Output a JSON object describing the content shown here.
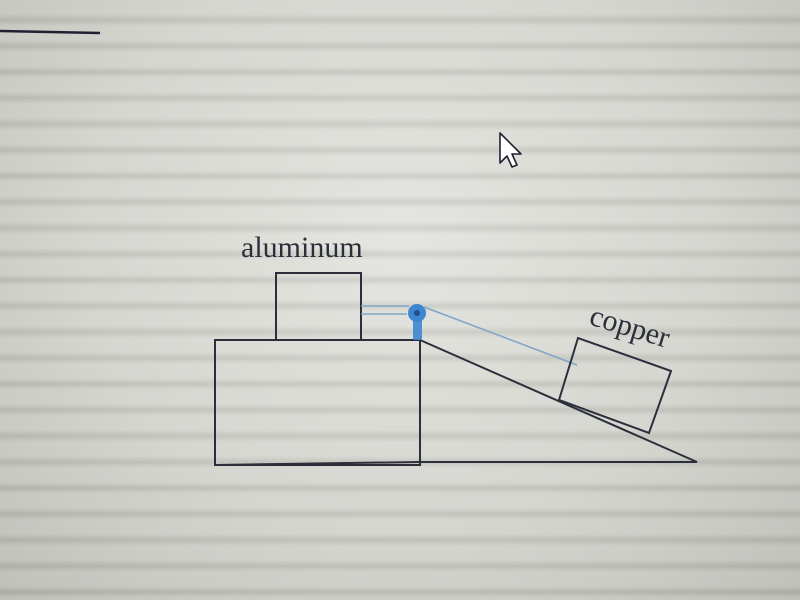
{
  "labels": {
    "aluminum": "aluminum",
    "copper": "copper"
  },
  "colors": {
    "ink": "#2b2f3a",
    "rope": "#7fa6c8",
    "pulley": "#3f86d0",
    "screen": "#d2d2cc"
  },
  "icons": {
    "cursor": "mouse-pointer-arrow",
    "pulley": "pulley-wheel"
  }
}
